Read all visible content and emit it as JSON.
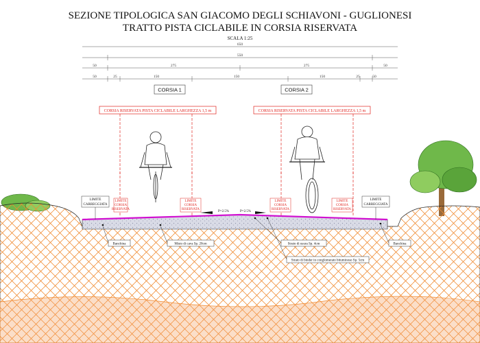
{
  "title": {
    "line1": "SEZIONE TIPOLOGICA SAN GIACOMO DEGLI SCHIAVONI - GUGLIONESI",
    "line2": "TRATTO PISTA CICLABILE IN CORSIA RISERVATA",
    "scale": "SCALA 1:25"
  },
  "dimensions": {
    "row1": [
      "650"
    ],
    "row2": [
      "550"
    ],
    "row3": [
      "50",
      "275",
      "275",
      "50"
    ],
    "row4": [
      "50",
      "25",
      "150",
      "150",
      "150",
      "25",
      "50"
    ]
  },
  "lanes": {
    "lane1": "CORSIA 1",
    "lane2": "CORSIA 2"
  },
  "reserved": {
    "left": "CORSIA RISERVATA PISTA CICLABILE LARGHEZZA 1,5 m",
    "right": "CORSIA RISERVATA PISTA CICLABILE LARGHEZZA 1,5 m"
  },
  "limit_labels": {
    "carriageway_left_l1": "LIMITE",
    "carriageway_left_l2": "CARREGGIATA",
    "carriageway_right_l1": "LIMITE",
    "carriageway_right_l2": "CARREGGIATA",
    "reserved_l1": "LIMITE",
    "reserved_l2": "CORSIA",
    "reserved_l3": "RISERVATA"
  },
  "slopes": {
    "left": "P=2.5%",
    "right": "P=2.5%"
  },
  "callouts": {
    "shoulder_left": "Banchina",
    "quarry_mix": "Misto di cava Sp. 20cm",
    "wear_layer": "Strato di usura Sp. 4cm",
    "binder_layer": "Strato di binder in conglomerato bituminoso Sp. 5cm",
    "shoulder_right": "Banchina"
  },
  "colors": {
    "red": "#e0241f",
    "magenta": "#d010d0",
    "soil": "#f08a30",
    "green": "#3f9a2a"
  }
}
